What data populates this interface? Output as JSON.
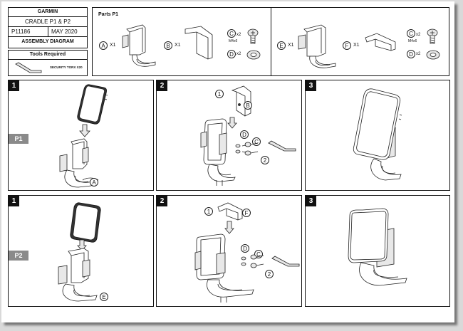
{
  "title_block": {
    "brand": "GARMIN",
    "product": "CRADLE P1 & P2",
    "part_number": "P11186",
    "date": "MAY 2020",
    "doc_type": "ASSEMBLY DIAGRAM"
  },
  "tools": {
    "heading": "Tools Required",
    "tool_label": "SECURITY TORX X20"
  },
  "parts_p1": {
    "heading": "Parts P1",
    "items": [
      {
        "letter": "A",
        "qty": "X1"
      },
      {
        "letter": "B",
        "qty": "X1"
      },
      {
        "letter": "C",
        "qty": "x2",
        "spec": "M4x6"
      },
      {
        "letter": "D",
        "qty": "x2"
      }
    ]
  },
  "parts_p2": {
    "items": [
      {
        "letter": "E",
        "qty": "X1"
      },
      {
        "letter": "F",
        "qty": "X1"
      },
      {
        "letter": "C",
        "qty": "x2",
        "spec": "M4x6"
      },
      {
        "letter": "D",
        "qty": "x2"
      }
    ]
  },
  "row_p1": {
    "tag": "P1",
    "steps": [
      "1",
      "2",
      "3"
    ],
    "callouts": {
      "part_a": "A",
      "part_b": "B",
      "part_c": "C",
      "part_d": "D",
      "seq_1": "1",
      "seq_2": "2"
    }
  },
  "row_p2": {
    "tag": "P2",
    "steps": [
      "1",
      "2",
      "3"
    ],
    "callouts": {
      "part_e": "E",
      "part_f": "F",
      "part_c": "C",
      "part_d": "D",
      "seq_1": "1",
      "seq_2": "2"
    }
  }
}
